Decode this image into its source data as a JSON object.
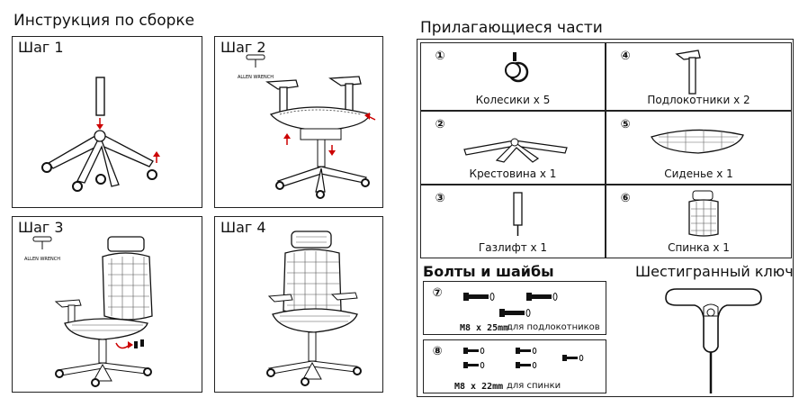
{
  "assembly": {
    "title": "Инструкция по сборке",
    "steps": [
      "Шаг 1",
      "Шаг 2",
      "Шаг 3",
      "Шаг 4"
    ],
    "allen_key_mark": "ALLEN WRENCH"
  },
  "parts": {
    "title": "Прилагающиеся части",
    "items": [
      {
        "num": "①",
        "caption": "Колесики х 5"
      },
      {
        "num": "④",
        "caption": "Подлокотники х 2"
      },
      {
        "num": "②",
        "caption": "Крестовина х 1"
      },
      {
        "num": "⑤",
        "caption": "Сиденье х 1"
      },
      {
        "num": "③",
        "caption": "Газлифт х 1"
      },
      {
        "num": "⑥",
        "caption": "Спинка х 1"
      }
    ]
  },
  "bolts": {
    "title": "Болты и шайбы",
    "rows": [
      {
        "num": "⑦",
        "size": "M8 x 25mm",
        "purpose": "для подлокотников"
      },
      {
        "num": "⑧",
        "size": "M8 x 22mm",
        "purpose": "для спинки"
      }
    ]
  },
  "hex_key": {
    "title": "Шестигранный ключ"
  }
}
